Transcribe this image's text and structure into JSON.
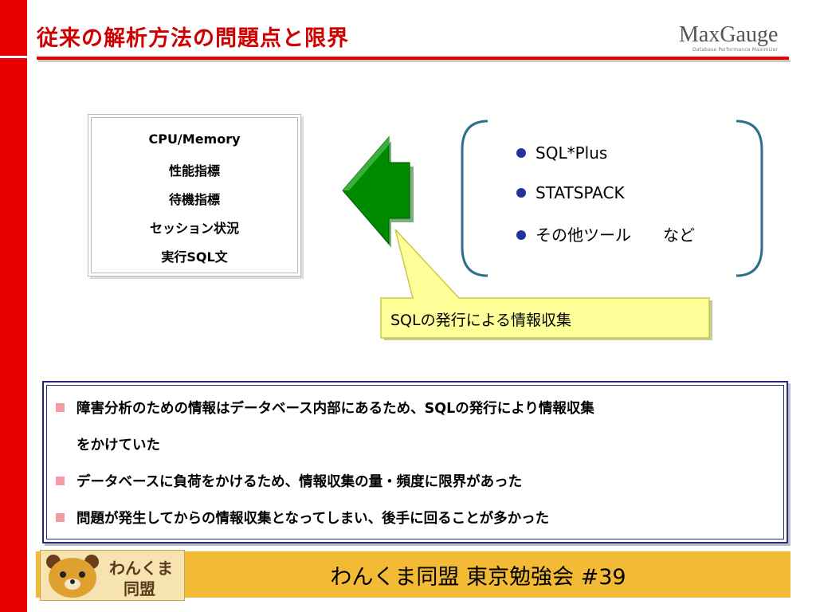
{
  "title": "従来の解析方法の問題点と限界",
  "logo": {
    "main": "MaxGauge",
    "sub": "Database Performance Maximizer"
  },
  "metrics": [
    "CPU/Memory",
    "性能指標",
    "待機指標",
    "セッション状況",
    "実行SQL文"
  ],
  "tools": [
    "SQL*Plus",
    "STATSPACK",
    "その他ツール　　など"
  ],
  "callout": "SQLの発行による情報収集",
  "problems": [
    "障害分析のための情報はデータベース内部にあるため、SQLの発行により情報収集",
    "をかけていた",
    "データベースに負荷をかけるため、情報収集の量・頻度に限界があった",
    "問題が発生してからの情報収集となってしまい、後手に回ることが多かった"
  ],
  "footer": {
    "badge_line1": "わんくま",
    "badge_line2": "同盟",
    "text": "わんくま同盟 東京勉強会 #39"
  },
  "colors": {
    "accent": "#e60000",
    "arrow": "#008000",
    "callout": "#ffff99",
    "bullet": "#2233a0",
    "footer": "#f2ba35"
  }
}
